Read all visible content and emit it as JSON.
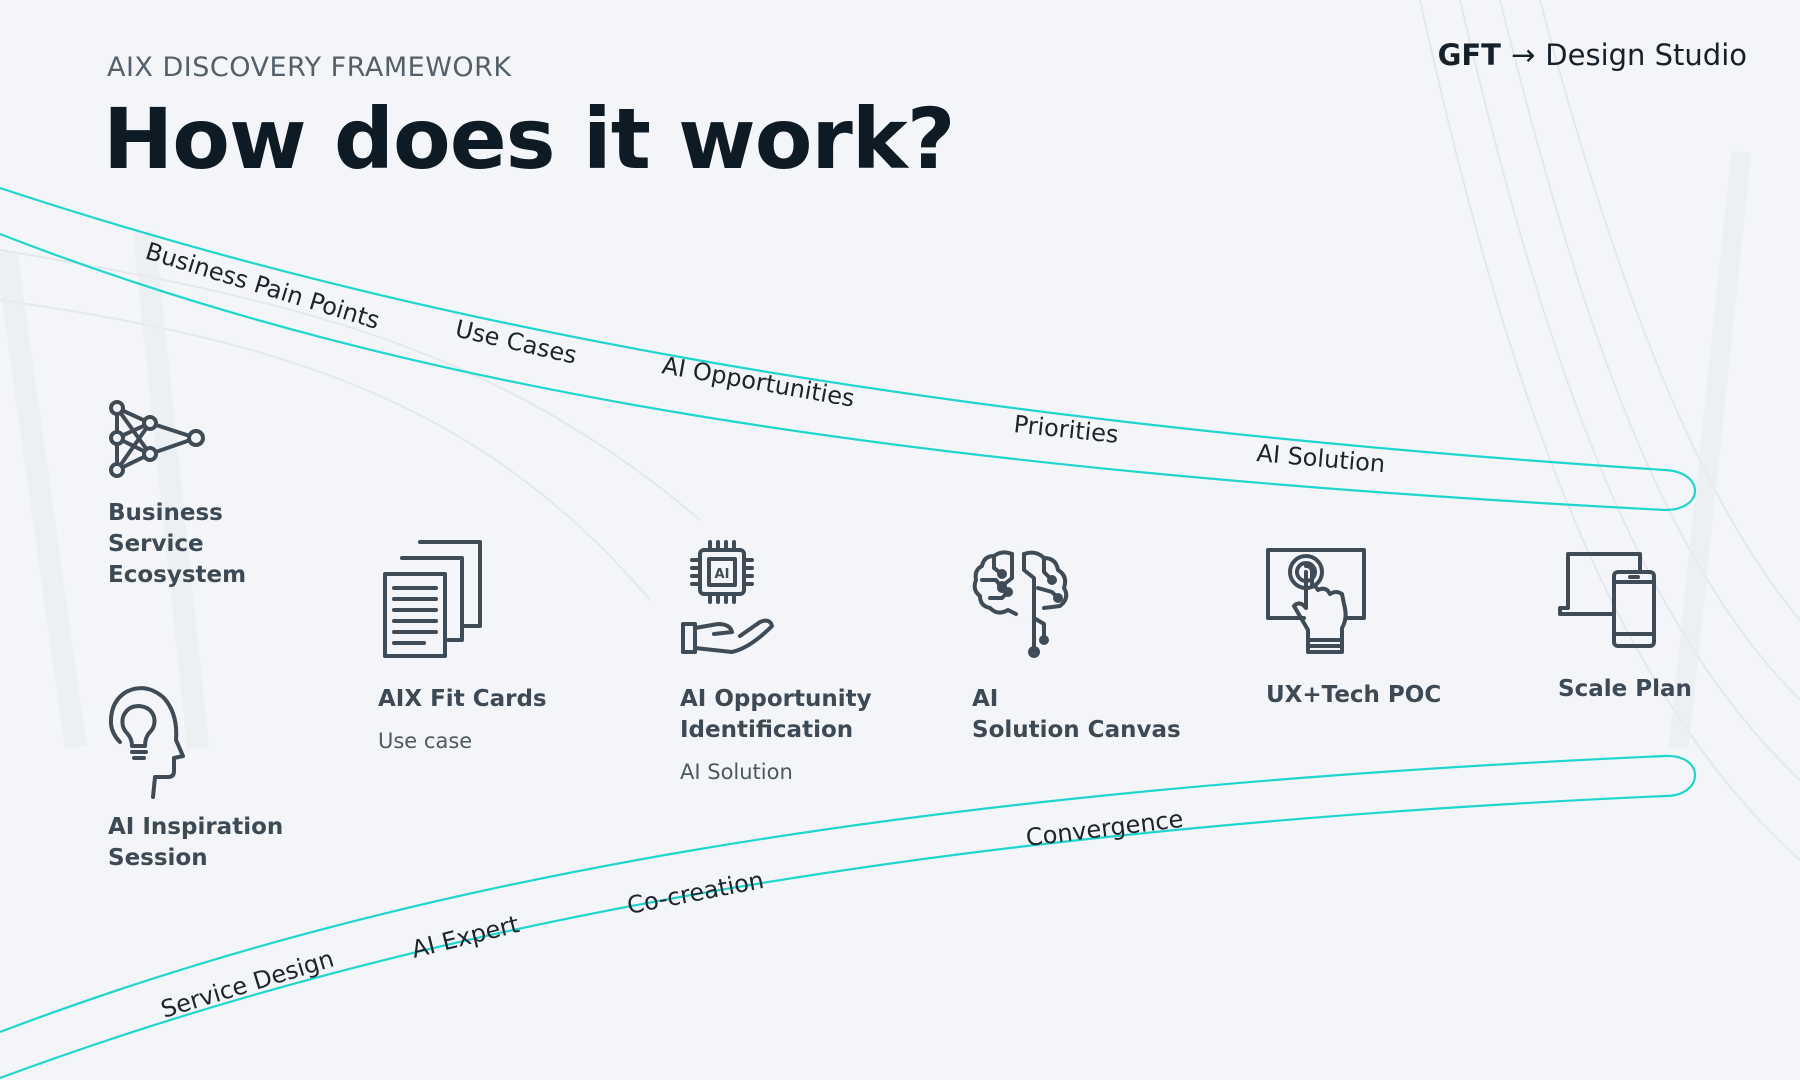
{
  "header": {
    "kicker": "AIX DISCOVERY FRAMEWORK",
    "title": "How does it work?"
  },
  "brand": {
    "name": "GFT",
    "arrow": "→",
    "studio": "Design Studio"
  },
  "top_ribbon_labels": [
    "Business Pain Points",
    "Use Cases",
    "AI Opportunities",
    "Priorities",
    "AI Solution"
  ],
  "bottom_ribbon_labels": [
    "Service Design",
    "AI Expert",
    "Co-creation",
    "Convergence"
  ],
  "items": [
    {
      "icon": "neural-network-icon",
      "label": "Business\nService\nEcosystem",
      "sub": ""
    },
    {
      "icon": "head-lightbulb-icon",
      "label": "AI Inspiration\nSession",
      "sub": ""
    },
    {
      "icon": "stacked-cards-icon",
      "label": "AIX Fit Cards",
      "sub": "Use case"
    },
    {
      "icon": "ai-chip-hand-icon",
      "label": "AI Opportunity\nIdentification",
      "sub": "AI Solution"
    },
    {
      "icon": "circuit-brain-icon",
      "label": "AI\nSolution Canvas",
      "sub": ""
    },
    {
      "icon": "touch-screen-icon",
      "label": "UX+Tech POC",
      "sub": ""
    },
    {
      "icon": "devices-icon",
      "label": "Scale Plan",
      "sub": ""
    }
  ],
  "colors": {
    "ribbon": "#1fd6cf",
    "background": "#f3f5f8",
    "icon": "#3f4b56"
  }
}
